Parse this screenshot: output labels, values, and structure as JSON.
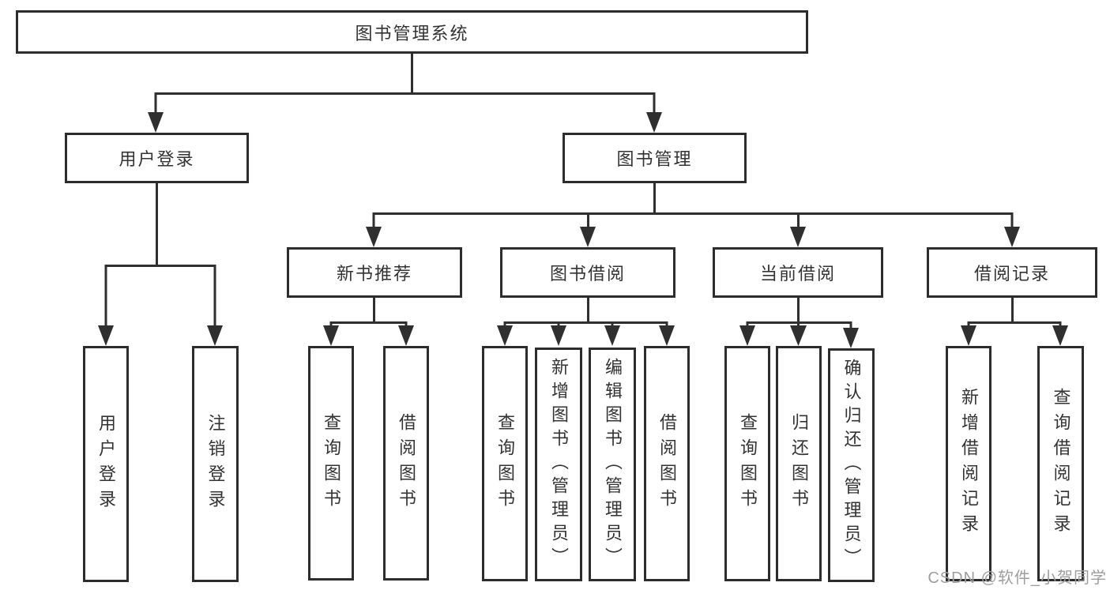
{
  "diagram": {
    "title": "图书管理系统",
    "nodes": {
      "root": {
        "label": "图书管理系统"
      },
      "user_login": {
        "label": "用户登录"
      },
      "book_mgmt": {
        "label": "图书管理"
      },
      "new_book_rec": {
        "label": "新书推荐"
      },
      "book_borrow": {
        "label": "图书借阅"
      },
      "current_borrow": {
        "label": "当前借阅"
      },
      "borrow_record": {
        "label": "借阅记录"
      },
      "login": {
        "label": "用户登录"
      },
      "logout": {
        "label": "注销登录"
      },
      "rec_query_book": {
        "label": "查询图书"
      },
      "rec_borrow_book": {
        "label": "借阅图书"
      },
      "bb_query_book": {
        "label": "查询图书"
      },
      "bb_add_book": {
        "label": "新增图书（管理员）"
      },
      "bb_edit_book": {
        "label": "编辑图书（管理员）"
      },
      "bb_borrow_book": {
        "label": "借阅图书"
      },
      "cb_query_book": {
        "label": "查询图书"
      },
      "cb_return_book": {
        "label": "归还图书"
      },
      "cb_confirm_return": {
        "label": "确认归还（管理员）"
      },
      "br_add_record": {
        "label": "新增借阅记录"
      },
      "br_query_record": {
        "label": "查询借阅记录"
      }
    },
    "edges": [
      {
        "from": "图书管理系统",
        "to": [
          "用户登录",
          "图书管理"
        ]
      },
      {
        "from": "用户登录",
        "to": [
          "用户登录",
          "注销登录"
        ]
      },
      {
        "from": "图书管理",
        "to": [
          "新书推荐",
          "图书借阅",
          "当前借阅",
          "借阅记录"
        ]
      },
      {
        "from": "新书推荐",
        "to": [
          "查询图书",
          "借阅图书"
        ]
      },
      {
        "from": "图书借阅",
        "to": [
          "查询图书",
          "新增图书（管理员）",
          "编辑图书（管理员）",
          "借阅图书"
        ]
      },
      {
        "from": "当前借阅",
        "to": [
          "查询图书",
          "归还图书",
          "确认归还（管理员）"
        ]
      },
      {
        "from": "借阅记录",
        "to": [
          "新增借阅记录",
          "查询借阅记录"
        ]
      }
    ],
    "colors": {
      "line": "#2f2f2f",
      "border": "#2d2d2d",
      "text": "#333333",
      "watermark": "#9e9e9e",
      "background": "#ffffff"
    }
  },
  "watermark": {
    "text": "CSDN @软件_小贺同学"
  }
}
